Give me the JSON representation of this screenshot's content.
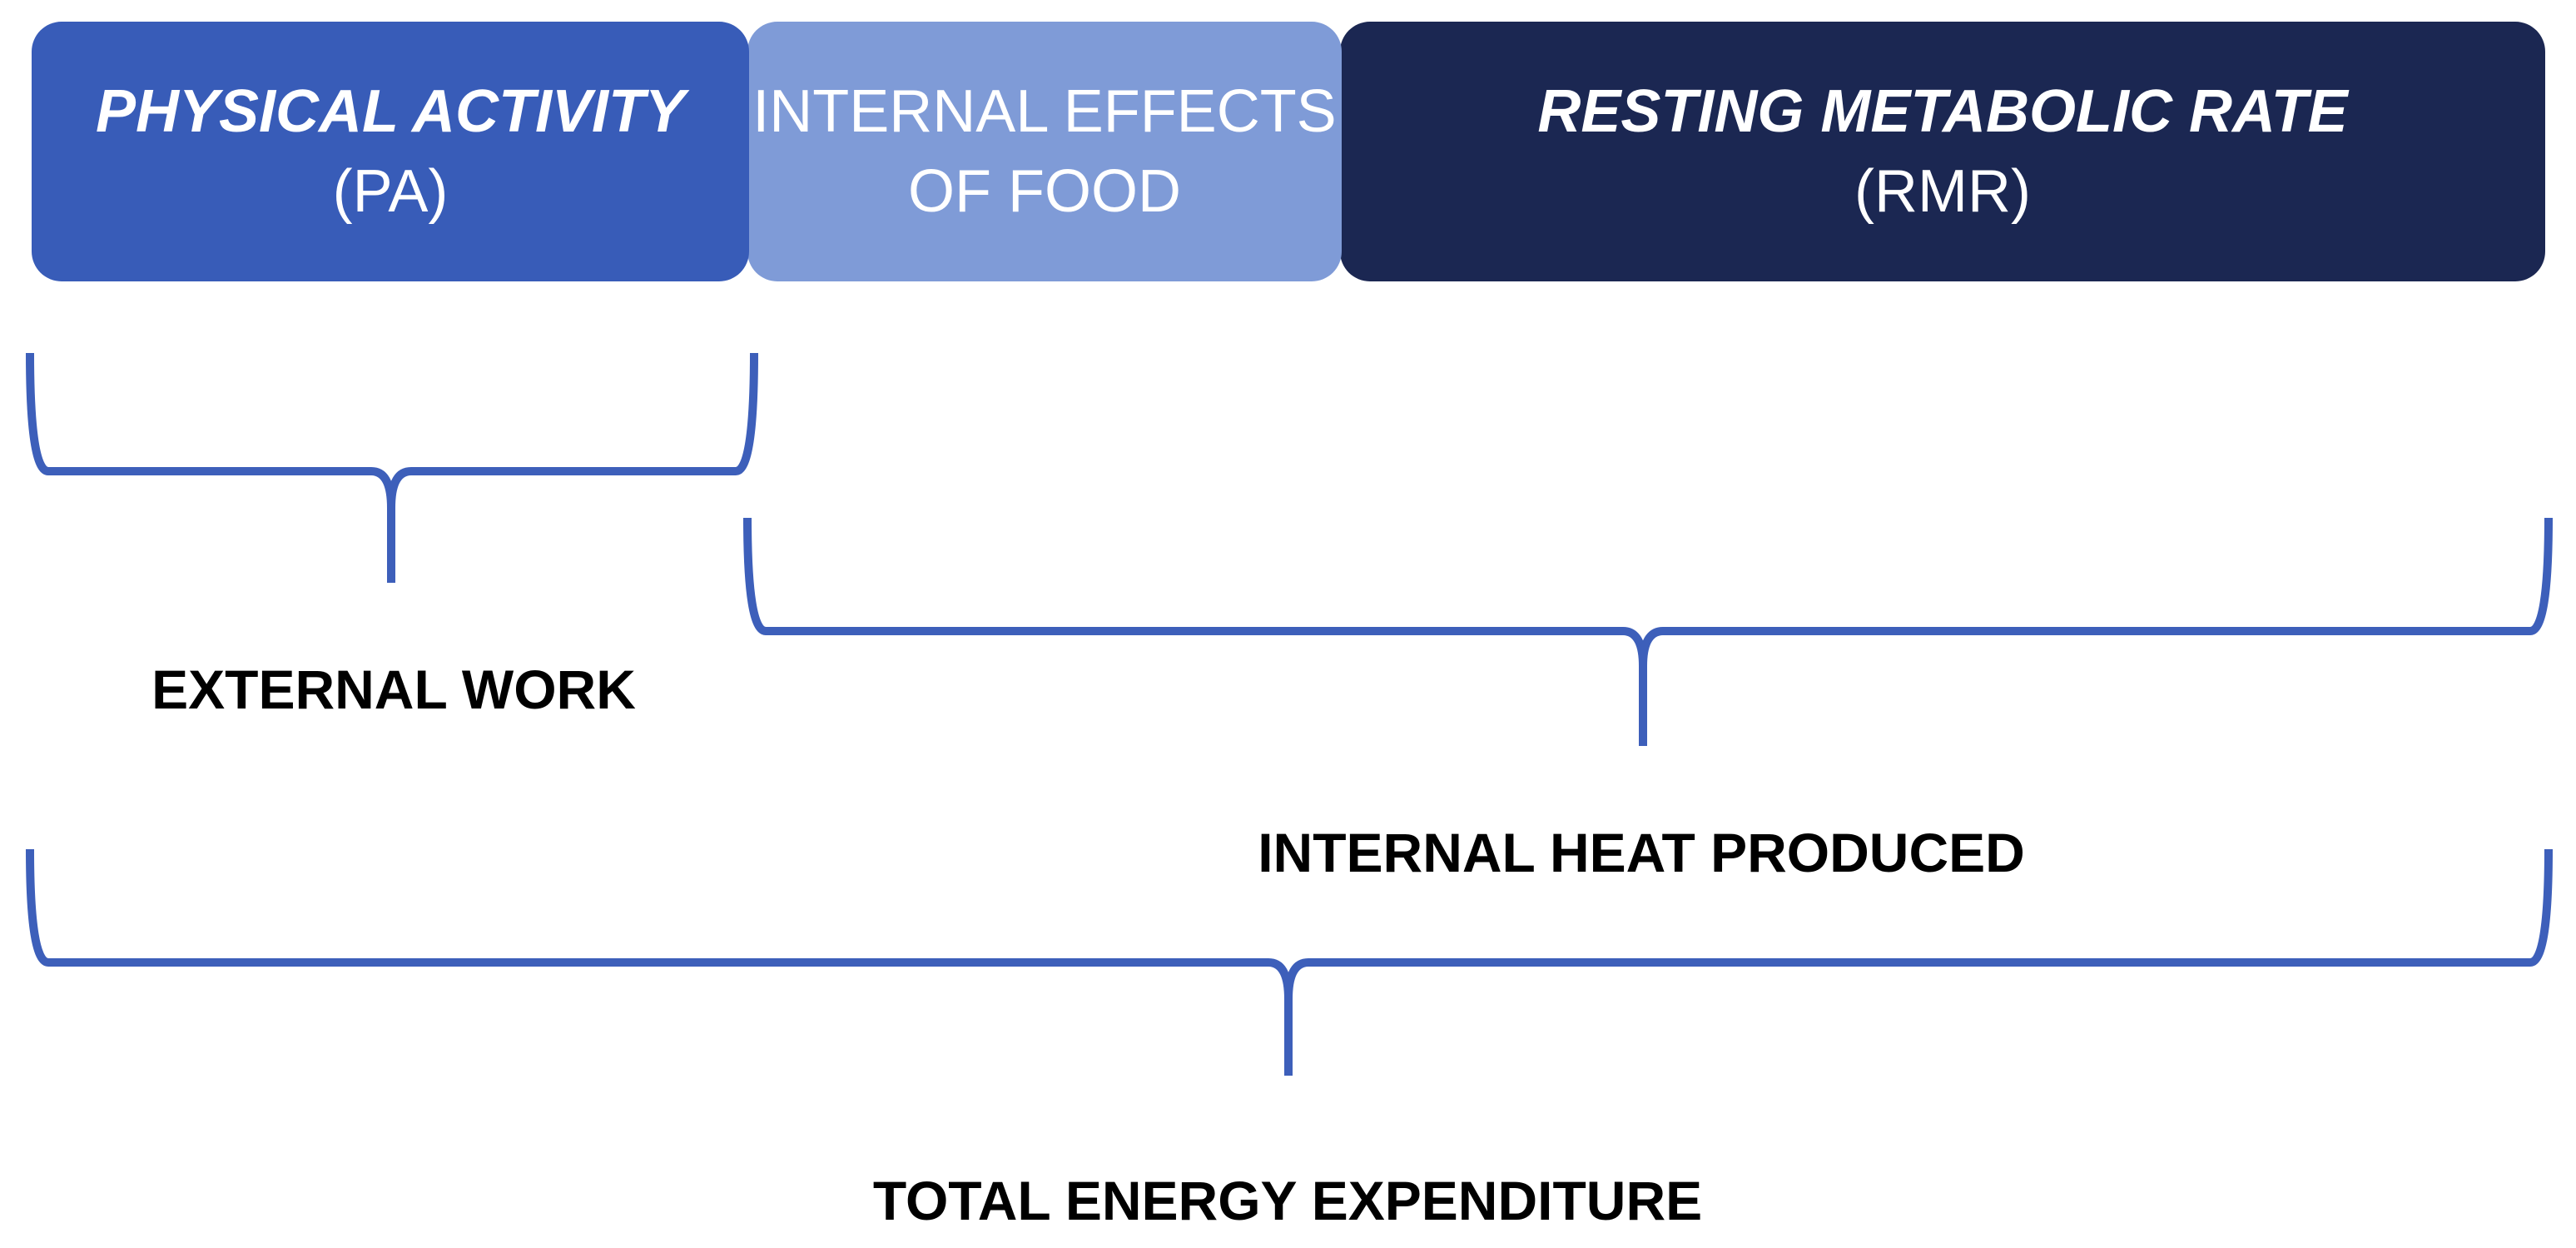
{
  "boxes": {
    "physical_activity": {
      "title": "PHYSICAL ACTIVITY",
      "abbr": "(PA)",
      "color": "#385CB8"
    },
    "internal_effects": {
      "line1": "INTERNAL EFFECTS",
      "line2": "OF FOOD",
      "color": "#7F9BD7"
    },
    "resting_metabolic_rate": {
      "title": "RESTING METABOLIC RATE",
      "abbr": "(RMR)",
      "color": "#1B2752"
    }
  },
  "labels": {
    "external_work": "EXTERNAL WORK",
    "internal_heat": "INTERNAL HEAT PRODUCED",
    "total_energy": "TOTAL ENERGY EXPENDITURE"
  },
  "colors": {
    "brace": "#3D5FBA",
    "text": "#000000"
  }
}
